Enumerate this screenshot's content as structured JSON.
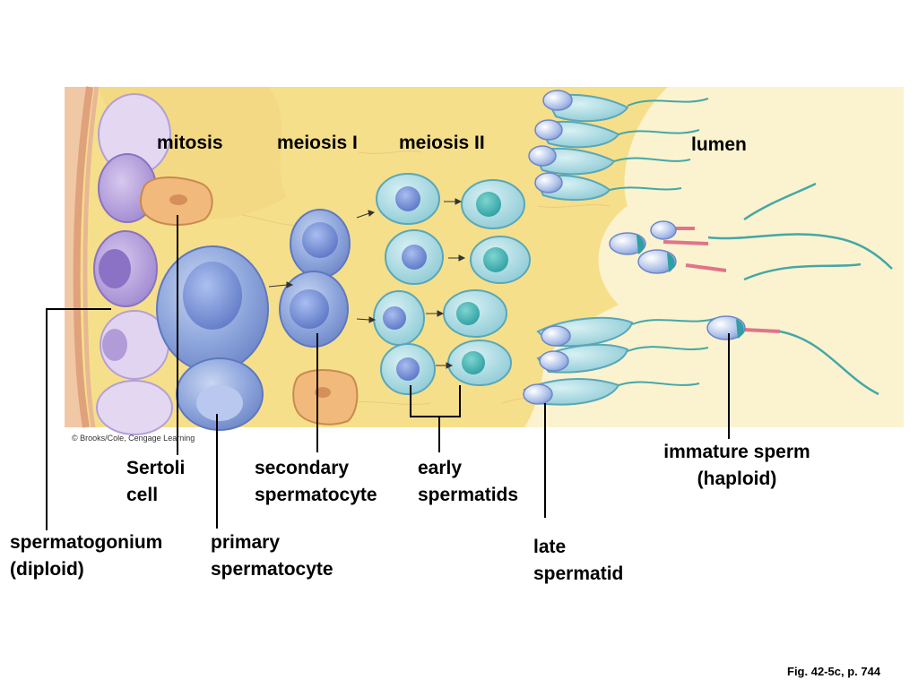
{
  "stages": {
    "mitosis": "mitosis",
    "meiosis1": "meiosis I",
    "meiosis2": "meiosis II",
    "lumen": "lumen"
  },
  "labels": {
    "sertoli": [
      "Sertoli",
      "cell"
    ],
    "secondary": [
      "secondary",
      "spermatocyte"
    ],
    "early": [
      "early",
      "spermatids"
    ],
    "immature": [
      "immature sperm",
      "(haploid)"
    ],
    "spermatogonium": [
      "spermatogonium",
      "(diploid)"
    ],
    "primary": [
      "primary",
      "spermatocyte"
    ],
    "late": [
      "late",
      "spermatid"
    ]
  },
  "copyright": "© Brooks/Cole, Cengage Learning",
  "figure_ref": "Fig. 42-5c, p. 744"
}
